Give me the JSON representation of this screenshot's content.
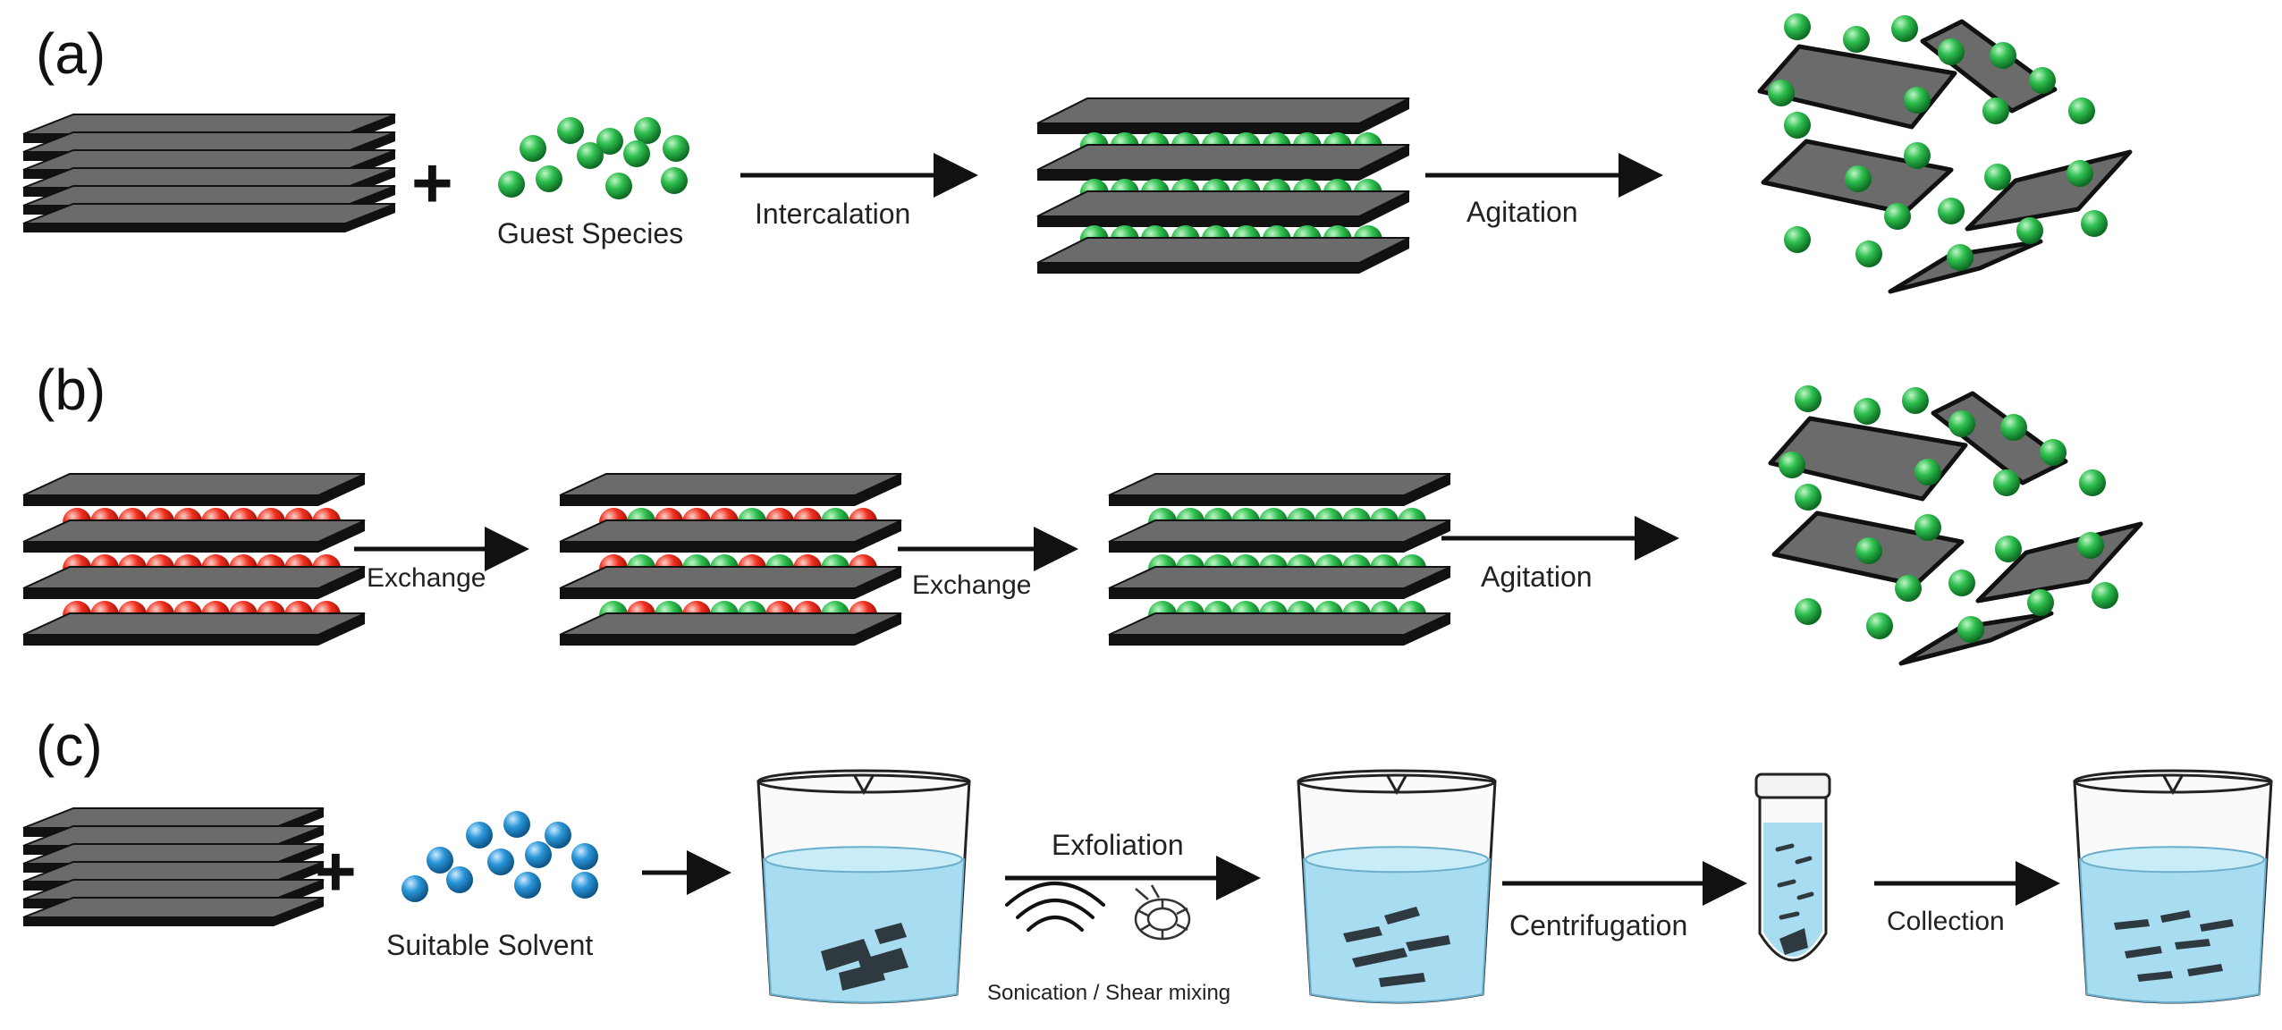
{
  "panels": {
    "a": {
      "label": "(a)",
      "plus": "+",
      "guest_caption": "Guest Species",
      "step1": "Intercalation",
      "step2": "Agitation"
    },
    "b": {
      "label": "(b)",
      "step1": "Exchange",
      "step2": "Exchange",
      "step3": "Agitation"
    },
    "c": {
      "label": "(c)",
      "plus": "+",
      "solvent_caption": "Suitable Solvent",
      "step1": "Exfoliation",
      "method": "Sonication / Shear mixing",
      "step2": "Centrifugation",
      "step3": "Collection"
    }
  },
  "colors": {
    "sheet_top": "#6b6b6b",
    "sheet_edge": "#111111",
    "guest_green": "#1f9e3a",
    "host_red": "#e0201b",
    "solvent_blue": "#1e86c8",
    "liquid": "#a8dcf0"
  },
  "icons": {
    "sonication": "sound-waves-icon",
    "shear_mixing": "shear-mixer-icon"
  }
}
